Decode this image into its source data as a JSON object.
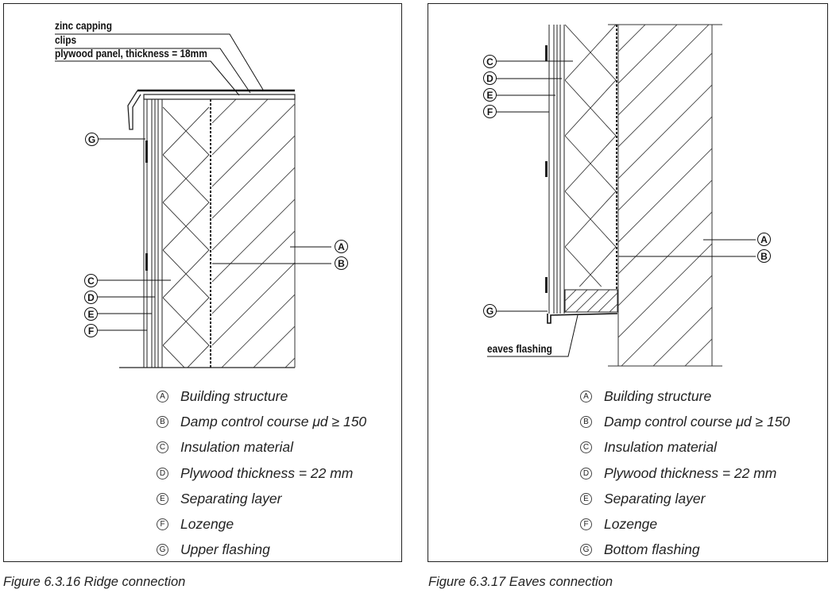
{
  "left": {
    "callouts": [
      "zinc capping",
      "clips",
      "plywood panel, thickness = 18mm"
    ],
    "tags": [
      "A",
      "B",
      "C",
      "D",
      "E",
      "F",
      "G"
    ],
    "legend": [
      {
        "key": "A",
        "text": "Building structure"
      },
      {
        "key": "B",
        "text": "Damp control course μd ≥ 150"
      },
      {
        "key": "C",
        "text": "Insulation material"
      },
      {
        "key": "D",
        "text": "Plywood thickness = 22 mm"
      },
      {
        "key": "E",
        "text": "Separating layer"
      },
      {
        "key": "F",
        "text": "Lozenge"
      },
      {
        "key": "G",
        "text": "Upper flashing"
      }
    ],
    "caption": "Figure 6.3.16 Ridge connection"
  },
  "right": {
    "callouts": [
      "eaves flashing"
    ],
    "tags": [
      "A",
      "B",
      "C",
      "D",
      "E",
      "F",
      "G"
    ],
    "legend": [
      {
        "key": "A",
        "text": "Building structure"
      },
      {
        "key": "B",
        "text": "Damp control course μd ≥ 150"
      },
      {
        "key": "C",
        "text": "Insulation material"
      },
      {
        "key": "D",
        "text": "Plywood thickness = 22 mm"
      },
      {
        "key": "E",
        "text": "Separating layer"
      },
      {
        "key": "F",
        "text": "Lozenge"
      },
      {
        "key": "G",
        "text": "Bottom flashing"
      }
    ],
    "caption": "Figure 6.3.17 Eaves connection"
  }
}
